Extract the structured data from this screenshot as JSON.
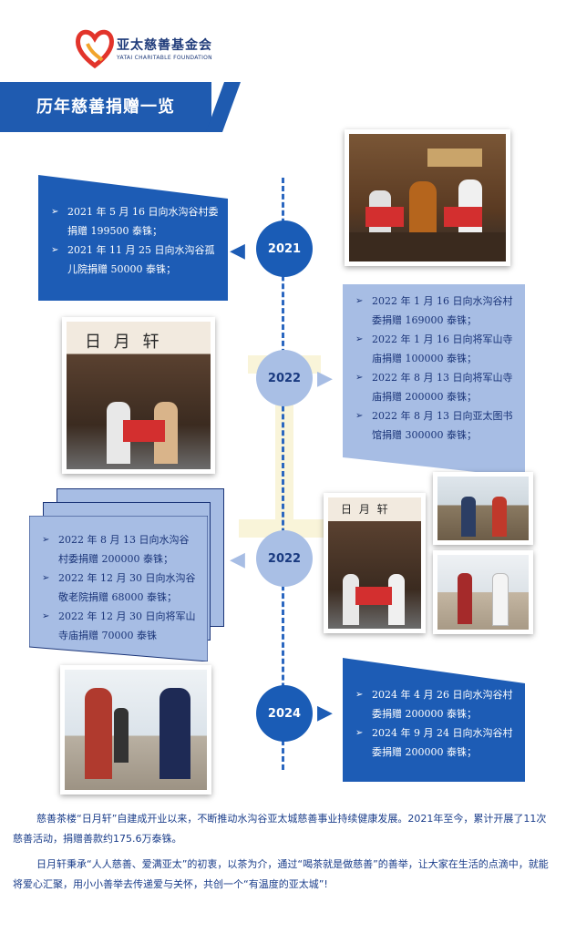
{
  "header": {
    "org_name": "亚太慈善基金会",
    "org_name_en": "YATAI CHARITABLE FOUNDATION",
    "section_title": "历年慈善捐赠一览"
  },
  "timeline": [
    {
      "year": "2021",
      "items": [
        "2021 年 5 月 16 日向水沟谷村委捐赠 199500 泰铢；",
        "2021 年 11 月 25 日向水沟谷孤儿院捐赠 50000 泰铢；"
      ]
    },
    {
      "year": "2022",
      "items": [
        "2022 年 1 月 16 日向水沟谷村委捐赠 169000 泰铢；",
        "2022 年 1 月 16 日向将军山寺庙捐赠 100000 泰铢；",
        "2022 年 8 月 13 日向将军山寺庙捐赠 200000 泰铢；",
        "2022 年 8 月 13 日向亚太图书馆捐赠 300000 泰铢；"
      ]
    },
    {
      "year": "2022",
      "items": [
        "2022 年 8 月 13 日向水沟谷村委捐赠 200000 泰铢；",
        "2022 年 12 月 30 日向水沟谷敬老院捐赠 68000 泰铢；",
        "2022 年 12 月 30 日向将军山寺庙捐赠 70000 泰铢"
      ]
    },
    {
      "year": "2024",
      "items": [
        "2024 年 4 月 26 日向水沟谷村委捐赠 200000 泰铢；",
        "2024 年 9 月 24 日向水沟谷村委捐赠 200000 泰铢；"
      ]
    }
  ],
  "photos": {
    "signboard_text": "日 月 轩",
    "signboard_text_small": "日 月 轩"
  },
  "footer": {
    "paragraph1": "慈善茶楼“日月轩”自建成开业以来，不断推动水沟谷亚太城慈善事业持续健康发展。2021年至今，累计开展了11次慈善活动，捐赠善款约175.6万泰铢。",
    "paragraph2": "日月轩秉承“人人慈善、爱满亚太”的初衷，以茶为介，通过“喝茶就是做慈善”的善举，让大家在生活的点滴中，就能将爱心汇聚，用小小善举去传递爱与关怀，共创一个“有温度的亚太城”!"
  },
  "colors": {
    "primary": "#1d5cb5",
    "light": "#a7bde4",
    "text": "#1a3d8a"
  }
}
